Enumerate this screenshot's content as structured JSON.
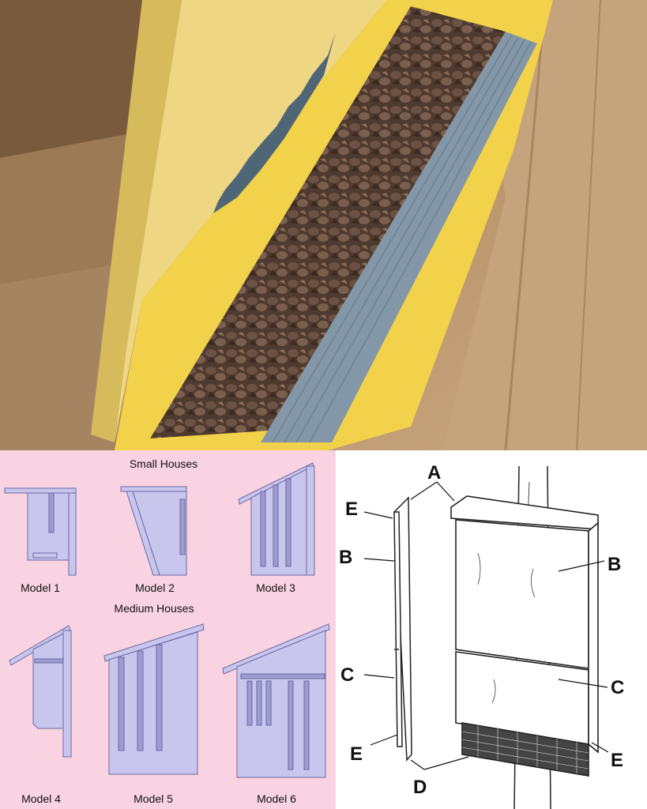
{
  "photo": {
    "subject": "bat-house-with-roosting-bats",
    "colors": {
      "wall": "#b08a5f",
      "box": "#e8cf6e",
      "panel": "#7f95a8",
      "bats": "#5a4436"
    }
  },
  "models_panel": {
    "background": "#f9d3e1",
    "house_fill": "#c8c6ec",
    "house_stroke": "#6c68a6",
    "small_heading": "Small Houses",
    "medium_heading": "Medium Houses",
    "models": [
      {
        "label": "Model 1"
      },
      {
        "label": "Model 2"
      },
      {
        "label": "Model 3"
      },
      {
        "label": "Model 4"
      },
      {
        "label": "Model 5"
      },
      {
        "label": "Model 6"
      }
    ]
  },
  "diagram": {
    "labels": {
      "a_top": "A",
      "e_upper_left": "E",
      "b_left": "B",
      "b_right": "B",
      "c_left": "C",
      "c_right": "C",
      "e_lower_left": "E",
      "e_lower_right": "E",
      "d_bottom": "D"
    }
  }
}
